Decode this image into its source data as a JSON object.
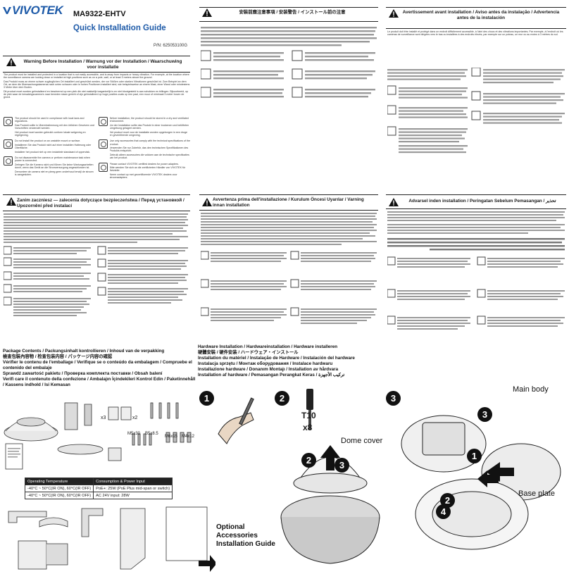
{
  "header": {
    "brand": "VIVOTEK",
    "model": "MA9322-EHTV",
    "guide_title": "Quick Installation Guide",
    "part_no": "P/N: 625053100G"
  },
  "warnings": {
    "en_de_title": "Warning Before Installation / Warnung vor der Installation / Waarschuwing voor installatie",
    "en_de_intro": "The product must be installed and protected in a location that is not easily accessible, and is away from impacts or heavy vibration. For example, at the location where the surveillance camera are looking down or installed at high positions such as on a pole, wall, or at least 3 meters above the ground.",
    "en_de_intro2": "Das Produkt muss an einem schwer zugänglichen Ort installiert und geschützt werden, der vor Stößen oder starken Vibrationen geschützt ist. Zum Beispiel an dem Ort, an dem die Überwachungskameras nach unten schauen oder in hohen Positionen installiert sind, wie beispielsweise an einem Mast, einer Wand oder mindestens 3 Meter über dem Boden.",
    "en_de_intro3": "Dit product moet worden geïnstalleerd en beschermd op een plek die niet makkelijk toegankelijk is en niet blootgesteld is aan schokken en trillingen. Bijvoorbeeld, op de plek waar de bewakingscamera's naar beneden staan gericht of zijn geïnstalleerd op hoge posities zoals op een paal, een muur of minimaal 3 meter boven de grond.",
    "en_items": [
      "The product should be used in compliance with local laws and regulations.",
      "Das Produkt sollte in Übereinstimmung mit den örtlichen Gesetzen und Vorschriften verwendet werden.",
      "Het product moet worden gebruikt conform lokale wetgeving en regelgeving.",
      "Before installation, the product should be stored in a dry and ventilated environment.",
      "Vor der Installation sollte das Produkt in einer trockenen und belüfteten Umgebung gelagert werden.",
      "Het product moet voor de installatie worden opgeborgen in een droge en geventileerde omgeving.",
      "Do not install the product on an unstable mount or surface.",
      "Installieren Sie das Produkt nicht auf einer instabilen Halterung oder Oberfläche.",
      "Installeer het product niet op een instabiele standaard of oppervlak.",
      "Use only accessories that comply with the technical specifications of the product.",
      "Verwenden Sie nur Zubehör, das den technischen Spezifikationen des Produkts entspricht.",
      "Gebruik alleen accessoires die voldoen aan de technische specificaties van het product.",
      "Do not disassemble the camera or perform maintenance task when power is connected.",
      "Zerlegen Sie die Kamera nicht und führen Sie keine Wartungsarbeiten durch, wenn das Gerät an die Stromversorgung angeschlossen ist.",
      "Demonteer de camera niet en pleeg geen onderhoud terwijl de stroom is aangesloten.",
      "Please contact VIVOTEK certified dealers for power adapters.",
      "Bitte wenden Sie sich an die zertifizierten Händler von VIVOTEK für Netzteile.",
      "Neem contact op met gecertificeerde VIVOTEK dealers voor stroomadapters."
    ],
    "cjk_title": "安裝前應注意事項 / 安装警告 / インストール前の注意",
    "fr_title": "Avertissement avant installation / Aviso antes da instalação / Advertencia antes de la instalación",
    "fr_intro": "Le produit doit être installé et protégé dans un endroit difficilement accessible, à l'abri des chocs et des vibrations importantes. Par exemple, à l'endroit où les caméras de surveillance sont dirigées vers le bas ou installées à des endroits élevés, par exemple sur un poteau, un mur ou au moins à 3 mètres du sol.",
    "pl_title": "Zanim zaczniesz — zalecenia dotyczące bezpieczeństwa / Перед установкой / Upozornění před instalací",
    "it_title": "Avvertenza prima dell'installazione / Kurulum Öncesi Uyarılar / Varning innan installation",
    "ms_title": "Advarsel inden installation / Peringatan Sebelum Pemasangan / تحذير"
  },
  "contents": {
    "title_lines": [
      "Package Contents / Packungsinhalt kontrollieren / Inhoud van de verpakking",
      "檢查包裝內容物 / 检查包装内容 / パッケージ内容の確認",
      "Vérifier le contenu de l'emballage / Verifique se o conteúdo da embalagem / Compruebe el contenido del embalaje",
      "Sprawdź zawartość pakietu / Проверка комплекта поставки / Obsah balení",
      "Verifi care il contenuto della confezione / Ambalajın İçindekileri Kontrol Edin / Paketinnehåll / Kassens indhold / Isi Kemasan"
    ],
    "qty_x3": "x3",
    "qty_x2": "x2",
    "screw_m5": "M5x30",
    "screw_b5": "B5x8.5",
    "screw_m6": "M6x15",
    "screw_m4": "M4x12"
  },
  "specs": {
    "headers": [
      "Operating Temperature",
      "Consumption & Power Input"
    ],
    "rows": [
      [
        "-40°C ~ 50°C(IR ON), 60°C(IR OFF)",
        "PoE+: 25W (PoE Plus mid-span or switch)"
      ],
      [
        "-40°C ~ 50°C(IR ON), 60°C(IR OFF)",
        "AC 24V input: 28W"
      ]
    ]
  },
  "optional": {
    "line1": "Optional",
    "line2": "Accessories",
    "line3": "Installation Guide"
  },
  "hardware": {
    "title_lines": [
      "Hardware Installation / Hardwareinstallation / Hardware installeren",
      "硬體安裝 / 硬件安装 / ハードウェア・インストール",
      "Installation du matériel / Instalação de Hardware / Instalación del hardware",
      "Instalacja sprzętu / Монтаж оборудования / Instalace hardwaru",
      "Installazione hardware / Donanım Montajı / Installation av hårdvara",
      "Installation af hardware / Pemasangan Perangkat Keras / تركيب الأجهزة"
    ],
    "step1": "1",
    "step2": "2",
    "step3": "3",
    "sub2": "2",
    "sub3": "3",
    "torx": "T10",
    "torx_qty": "x8",
    "dome_cover": "Dome cover",
    "main_body": "Main body",
    "base_plate": "Base plate",
    "sub3_1": "1",
    "sub3_2": "2",
    "sub3_3": "3",
    "sub3_4": "4"
  },
  "colors": {
    "brand_blue": "#1d5aa8",
    "title_blue": "#1d5aa8",
    "ink": "#1a1a1a"
  }
}
